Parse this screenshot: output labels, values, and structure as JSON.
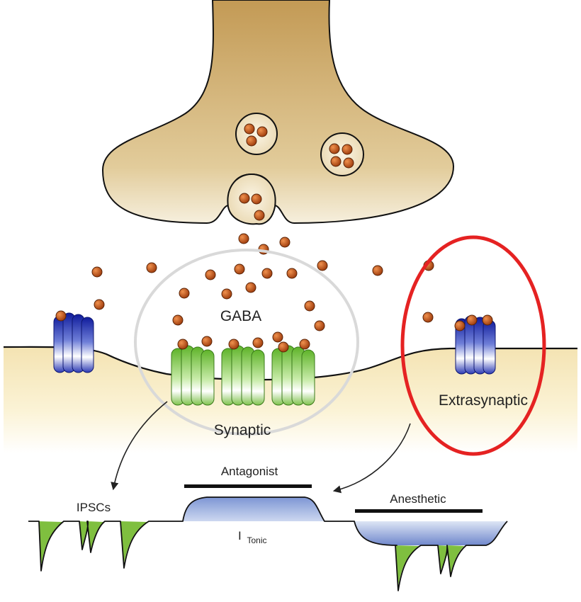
{
  "labels": {
    "gaba": "GABA",
    "synaptic": "Synaptic",
    "extrasynaptic": "Extrasynaptic",
    "antagonist": "Antagonist",
    "anesthetic": "Anesthetic",
    "ipscs": "IPSCs",
    "i_tonic_main": "I",
    "i_tonic_sub": "Tonic"
  },
  "colors": {
    "terminal": "#c7a05e",
    "terminal_light": "#f4ecd6",
    "gaba_dot": "#c6531a",
    "synaptic_receptor": "#7bc63c",
    "extrasynaptic_receptor": "#1c2aa8",
    "tonic_fill": "#6b86c9",
    "ipsc_fill": "#7fbf3f",
    "highlight_circle": "#e52222",
    "selection_circle": "#d9d9d9"
  }
}
